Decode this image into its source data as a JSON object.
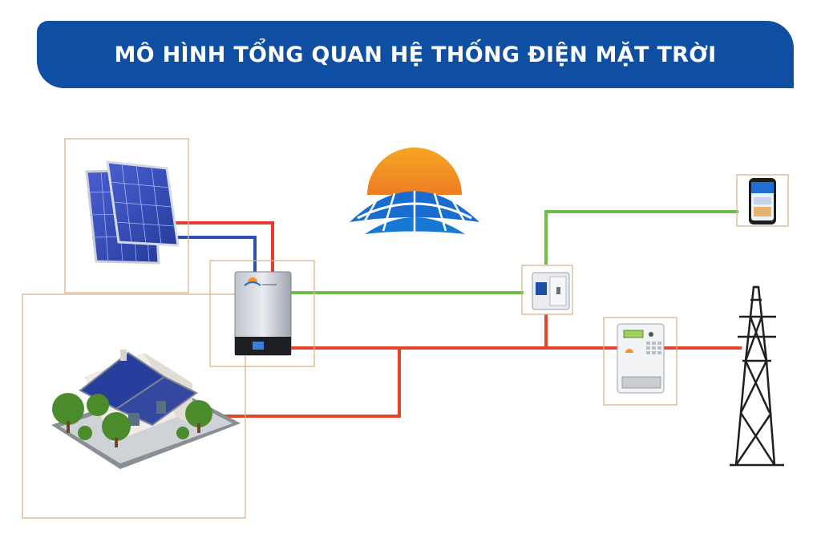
{
  "title": "MÔ HÌNH TỔNG QUAN HỆ THỐNG ĐIỆN MẶT TRỜI",
  "colors": {
    "banner": "#0f4fa3",
    "dc_positive": "#e53a2e",
    "dc_negative": "#2d4fb0",
    "signal": "#6cc049",
    "ac_line": "#e5452e",
    "frame": "#d9b48c"
  },
  "components": [
    {
      "id": "solar-panels",
      "icon": "solar-panel-icon"
    },
    {
      "id": "hybrid-inverter",
      "icon": "inverter-icon"
    },
    {
      "id": "house",
      "icon": "house-icon"
    },
    {
      "id": "breaker-meter",
      "icon": "breaker-icon"
    },
    {
      "id": "smartphone-app",
      "icon": "smartphone-icon"
    },
    {
      "id": "electric-meter",
      "icon": "electric-meter-icon"
    },
    {
      "id": "transmission-tower",
      "icon": "power-tower-icon"
    }
  ],
  "logo": {
    "icon": "sun-logo-icon"
  }
}
